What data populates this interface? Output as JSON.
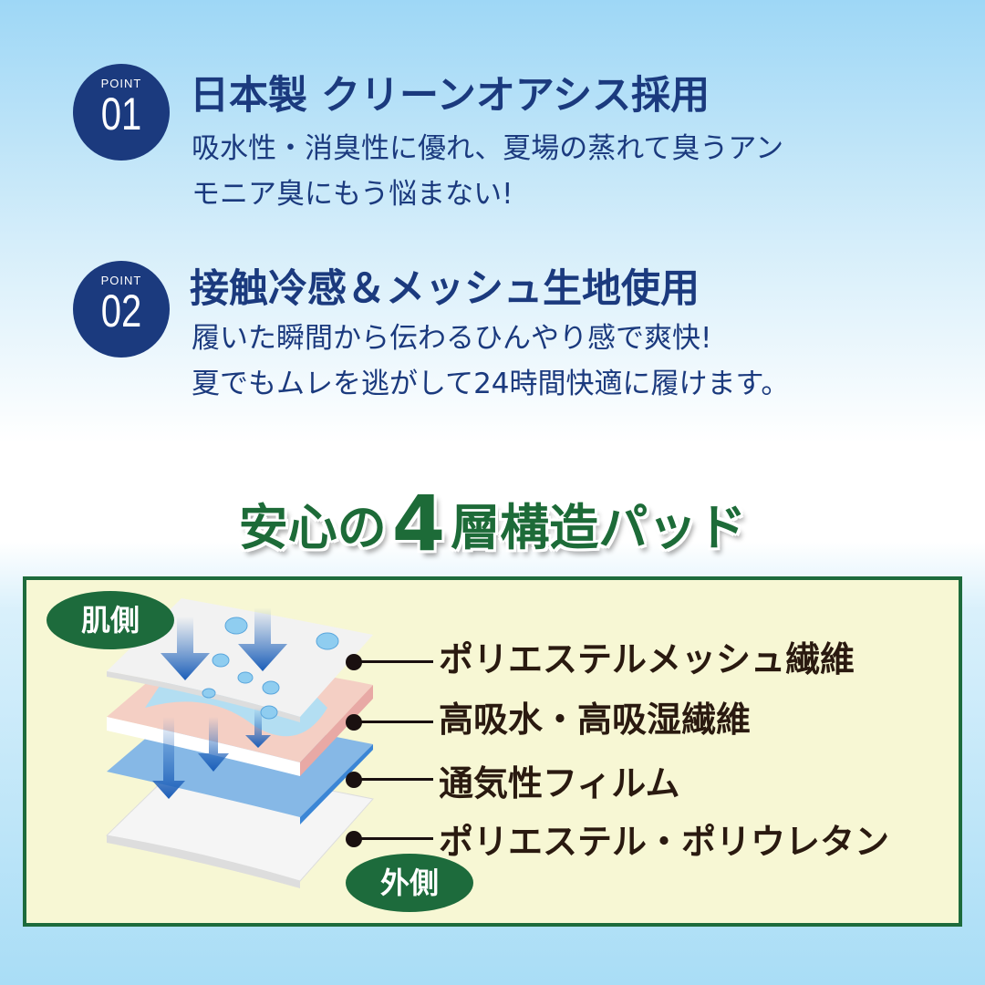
{
  "points": [
    {
      "label": "POINT",
      "number": "01",
      "heading": "日本製 クリーンオアシス採用",
      "lines": [
        "吸水性・消臭性に優れ、夏場の蒸れて臭うアン",
        "モニア臭にもう悩まない!"
      ]
    },
    {
      "label": "POINT",
      "number": "02",
      "heading": "接触冷感＆メッシュ生地使用",
      "lines": [
        "履いた瞬間から伝わるひんやり感で爽快!",
        "夏でもムレを逃がして24時間快適に履けます。"
      ]
    }
  ],
  "section_title": {
    "pre": "安心の",
    "num": "4",
    "post": "層構造パッド"
  },
  "diagram": {
    "skin_side": "肌側",
    "outer_side": "外側",
    "layers": [
      "ポリエステルメッシュ繊維",
      "高吸水・高吸湿繊維",
      "通気性フィルム",
      "ポリエステル・ポリウレタン"
    ]
  },
  "colors": {
    "navy": "#1b3a7e",
    "green": "#1d6b3c",
    "panel": "#f7f7d4"
  }
}
